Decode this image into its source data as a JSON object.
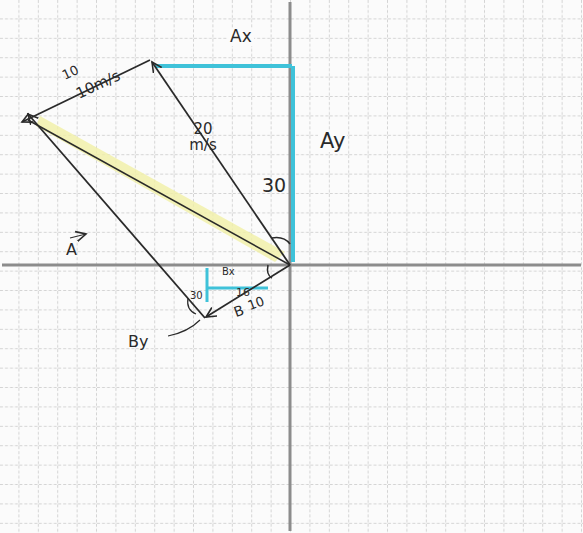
{
  "diagram": {
    "labels": [
      "10",
      "10m/s",
      "20 m/s",
      "30",
      "Ax",
      "Ay",
      "A",
      "Bx",
      "30",
      "16",
      "B",
      "10",
      "By"
    ]
  }
}
